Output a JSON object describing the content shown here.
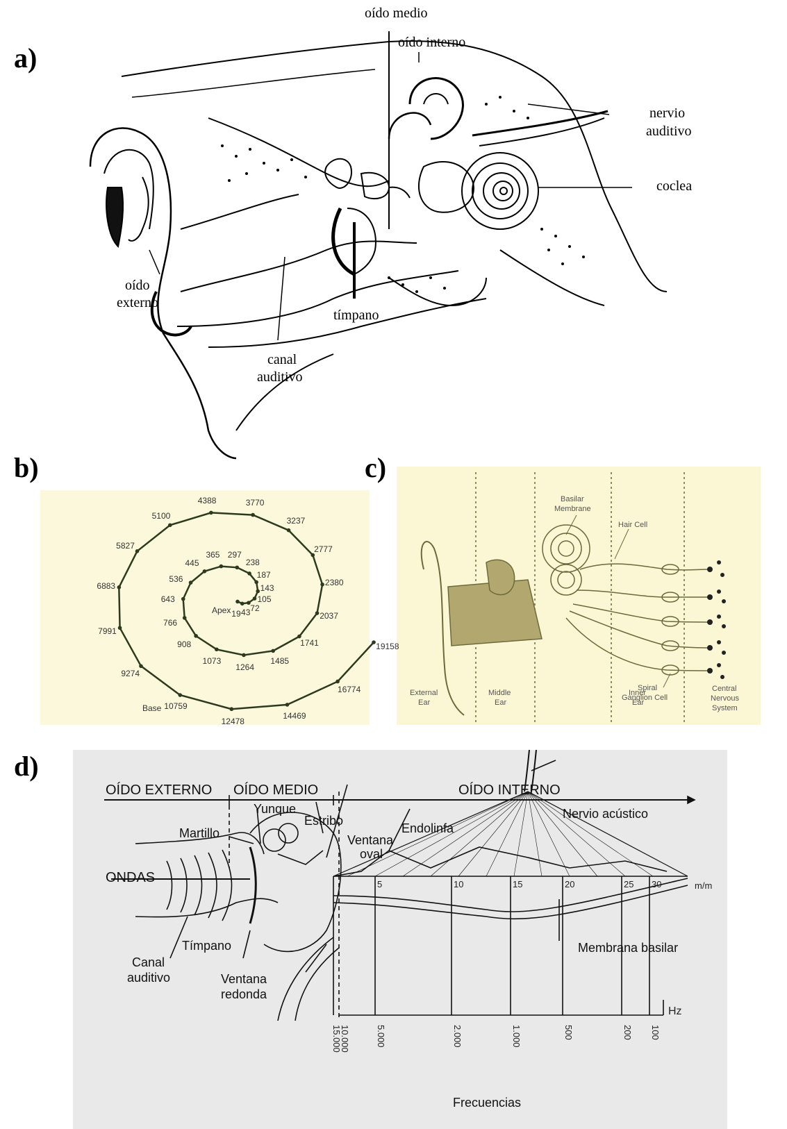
{
  "panels": {
    "a": {
      "label": "a)",
      "labels": {
        "oido_medio": "oído medio",
        "oido_interno": "oído interno",
        "nervio_1": "nervio",
        "nervio_2": "auditivo",
        "coclea": "coclea",
        "oido_externo_1": "oído",
        "oido_externo_2": "externo",
        "timpano": "tímpano",
        "canal_1": "canal",
        "canal_2": "auditivo"
      }
    },
    "b": {
      "label": "b)",
      "spiral_values": [
        "19158",
        "16774",
        "14469",
        "12478",
        "10759",
        "9274",
        "7991",
        "6883",
        "5827",
        "5100",
        "4388",
        "3770",
        "3237",
        "2777",
        "2380",
        "2037",
        "1741",
        "1485",
        "1264",
        "1073",
        "908",
        "766",
        "643",
        "536",
        "445",
        "365",
        "297",
        "238",
        "187",
        "143",
        "105",
        "72",
        "43",
        "19"
      ],
      "apex_label": "Apex",
      "base_label": "Base"
    },
    "c": {
      "label": "c)",
      "basilar_1": "Basilar",
      "basilar_2": "Membrane",
      "hair_cell": "Hair Cell",
      "spiral_1": "Spiral",
      "spiral_2": "Ganglion Cell",
      "external_1": "External",
      "external_2": "Ear",
      "middle_1": "Middle",
      "middle_2": "Ear",
      "inner_1": "Inner",
      "inner_2": "Ear",
      "cns_1": "Central",
      "cns_2": "Nervous",
      "cns_3": "System"
    },
    "d": {
      "label": "d)",
      "oido_externo": "OÍDO EXTERNO",
      "oido_medio": "OÍDO MEDIO",
      "oido_interno": "OÍDO  INTERNO",
      "yunque": "Yunque",
      "estribo": "Estribo",
      "martillo": "Martillo",
      "ventana_oval_1": "Ventana",
      "ventana_oval_2": "oval",
      "endolinfa": "Endolinfa",
      "nervio_acustico": "Nervio acústico",
      "ondas": "ONDAS",
      "canal_1": "Canal",
      "canal_2": "auditivo",
      "timpano": "Tímpano",
      "ventana_redonda_1": "Ventana",
      "ventana_redonda_2": "redonda",
      "membrana_basilar": "Membrana basilar",
      "mm_ticks": [
        "5",
        "10",
        "15",
        "20",
        "25",
        "30"
      ],
      "mm_unit": "m/m",
      "hz_unit": "Hz",
      "freq_ticks": [
        "15.000",
        "10.000",
        "5.000",
        "2.000",
        "1.000",
        "500",
        "200",
        "100"
      ],
      "frecuencias": "Frecuencias"
    }
  }
}
